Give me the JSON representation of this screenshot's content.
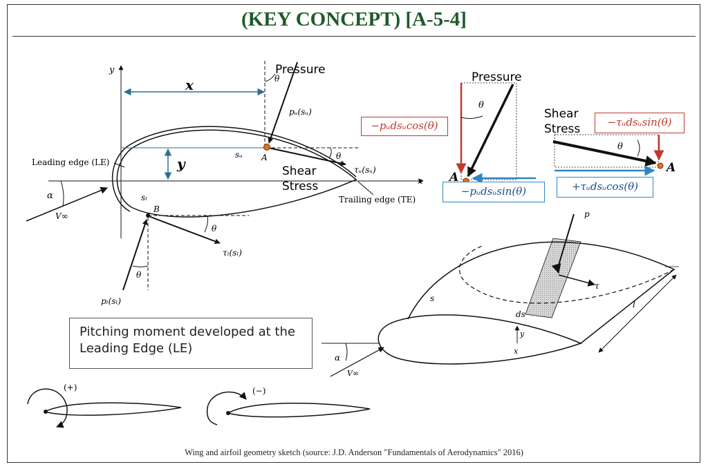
{
  "title": "(KEY CONCEPT) [A-5-4]",
  "caption": "Wing and airfoil geometry sketch (source: J.D. Anderson \"Fundamentals of Aerodynamics\" 2016)",
  "moment_box": "Pitching moment developed at the Leading Edge (LE)",
  "main_airfoil": {
    "axis_y": "y",
    "axis_x": "x",
    "dim_x": "x",
    "dim_y": "y",
    "pressure": "Pressure",
    "shear_stress_line1": "Shear",
    "shear_stress_line2": "Stress",
    "leading_edge": "Leading edge (LE)",
    "trailing_edge": "Trailing edge (TE)",
    "point_a": "A",
    "point_b": "B",
    "s_u": "sᵤ",
    "s_l": "sₗ",
    "p_u": "pᵤ(sᵤ)",
    "tau_u": "τᵤ(sᵤ)",
    "tau_l": "τₗ(sₗ)",
    "p_l": "pₗ(sₗ)",
    "theta": "θ",
    "alpha": "α",
    "v_inf": "V∞"
  },
  "pressure_detail": {
    "label": "Pressure",
    "theta": "θ",
    "point": "A",
    "red_eq": "−pᵤdsᵤcos(θ)",
    "blue_eq": "−pᵤdsᵤsin(θ)"
  },
  "shear_detail": {
    "label_line1": "Shear",
    "label_line2": "Stress",
    "theta": "θ",
    "point": "A",
    "red_eq": "−τᵤdsᵤsin(θ)",
    "blue_eq": "+τᵤdsᵤcos(θ)"
  },
  "wing_sketch": {
    "p": "p",
    "tau": "τ",
    "s": "s",
    "ds": "ds",
    "y": "y",
    "x": "x",
    "l": "l",
    "alpha": "α",
    "v_inf": "V∞"
  },
  "moment_sketches": {
    "positive": "(+)",
    "negative": "(−)"
  },
  "colors": {
    "title": "#1f5a2a",
    "dimension": "#2c6e8f",
    "red": "#c0392b",
    "blue": "#2e86c1",
    "point": "#e07020"
  }
}
